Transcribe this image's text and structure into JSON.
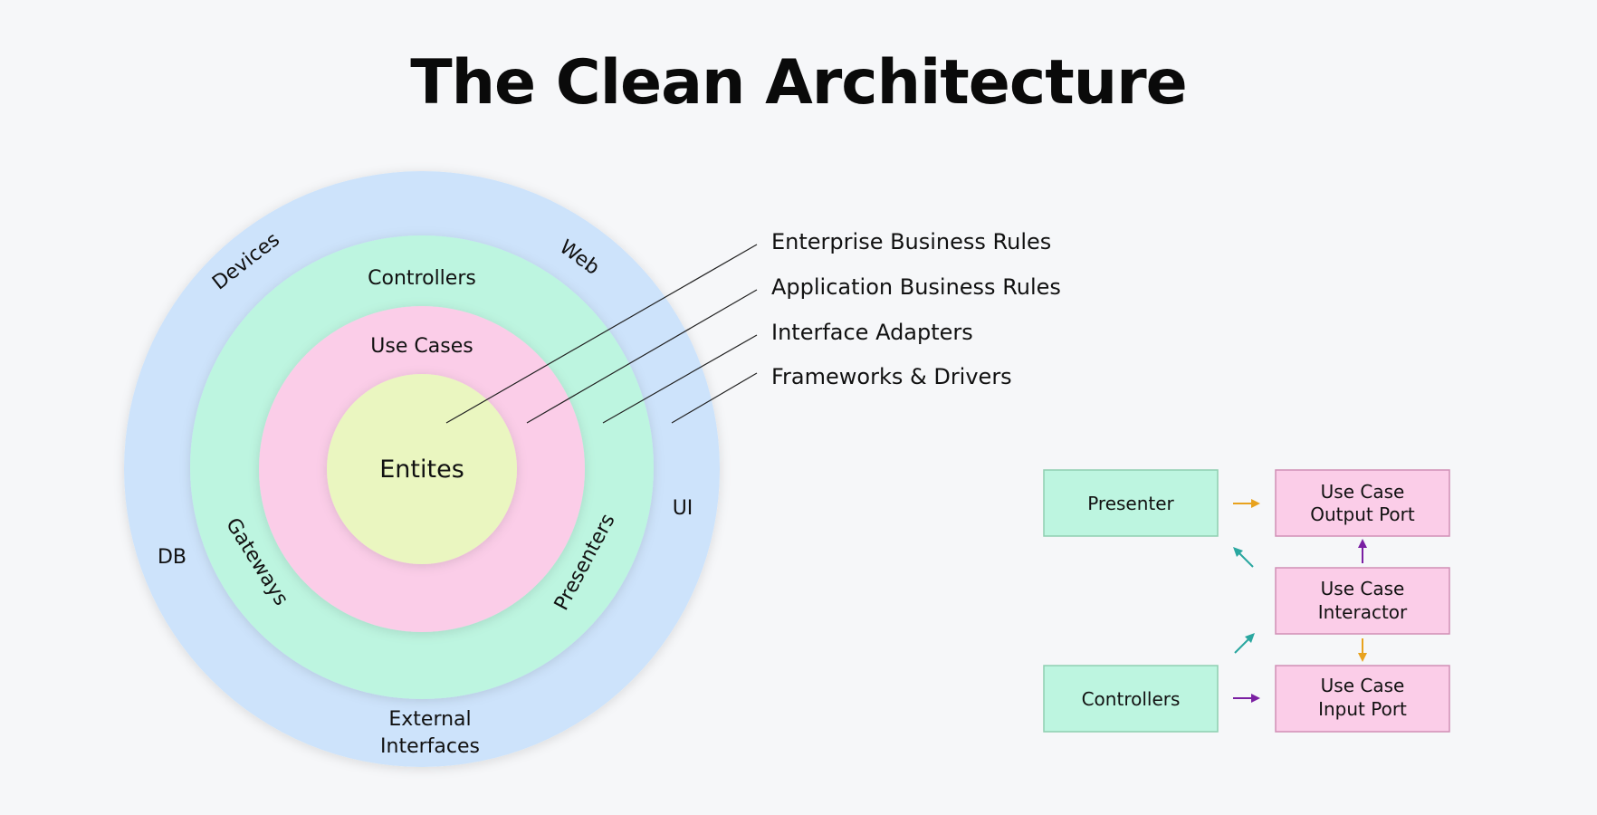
{
  "title": "The Clean Architecture",
  "rings": {
    "entities": "Entites",
    "use_cases": "Use Cases",
    "controllers": "Controllers",
    "gateways": "Gateways",
    "presenters": "Presenters",
    "devices": "Devices",
    "web": "Web",
    "ui": "UI",
    "db": "DB",
    "external_line1": "External",
    "external_line2": "Interfaces"
  },
  "legend": {
    "enterprise": "Enterprise Business Rules",
    "application": "Application Business Rules",
    "interface": "Interface Adapters",
    "frameworks": "Frameworks & Drivers"
  },
  "flow": {
    "presenter": "Presenter",
    "controllers": "Controllers",
    "output_port_line1": "Use Case",
    "output_port_line2": "Output Port",
    "interactor_line1": "Use Case",
    "interactor_line2": "Interactor",
    "input_port_line1": "Use Case",
    "input_port_line2": "Input Port"
  },
  "colors": {
    "outer_ring": "#cde3fb",
    "adapter_ring": "#bdf5e0",
    "usecase_ring": "#fbcde8",
    "entities_core": "#eaf6c0",
    "box_green": "#bdf5e0",
    "box_green_border": "#8fcfb1",
    "box_pink": "#fbcde8",
    "box_pink_border": "#d08fb6",
    "arrow_orange": "#e8a21e",
    "arrow_purple": "#7a1fa2",
    "arrow_teal": "#2aa7a0"
  }
}
